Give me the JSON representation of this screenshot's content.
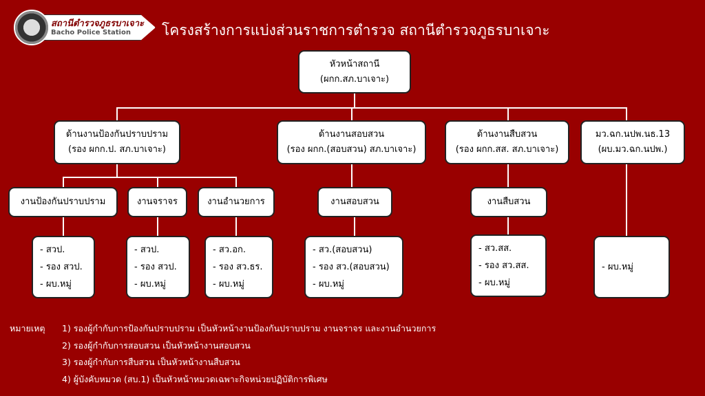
{
  "logo": {
    "thai": "สถานีตำรวจภูธรบาเจาะ",
    "english": "Bacho Police Station"
  },
  "title": "โครงสร้างการแบ่งส่วนราชการตำรวจ สถานีตำรวจภูธรบาเจาะ",
  "head": {
    "line1": "หัวหน้าสถานี",
    "line2": "(ผกก.สภ.บาเจาะ)"
  },
  "divisions": [
    {
      "line1": "ด้านงานป้องกันปราบปราม",
      "line2": "(รอง ผกก.ป. สภ.บาเจาะ)"
    },
    {
      "line1": "ด้านงานสอบสวน",
      "line2": "(รอง ผกก.(สอบสวน) สภ.บาเจาะ)"
    },
    {
      "line1": "ด้านงานสืบสวน",
      "line2": "(รอง ผกก.สส. สภ.บาเจาะ)"
    },
    {
      "line1": "มว.ฉก.นปพ.นธ.13",
      "line2": "(ผบ.มว.ฉก.นปพ.)"
    }
  ],
  "units": [
    "งานป้องกันปราบปราม",
    "งานจราจร",
    "งานอำนวยการ",
    "งานสอบสวน",
    "งานสืบสวน"
  ],
  "staff": [
    [
      "- สวป.",
      "- รอง สวป.",
      "- ผบ.หมู่"
    ],
    [
      "- สวป.",
      "- รอง สวป.",
      "- ผบ.หมู่"
    ],
    [
      "- สว.อก.",
      "- รอง สว.ธร.",
      "- ผบ.หมู่"
    ],
    [
      "- สว.(สอบสวน)",
      "- รอง สว.(สอบสวน)",
      "- ผบ.หมู่"
    ],
    [
      "- สว.สส.",
      "- รอง สว.สส.",
      "- ผบ.หมู่"
    ],
    [
      "- ผบ.หมู่"
    ]
  ],
  "notes": {
    "label": "หมายเหตุ",
    "items": [
      "1) รองผู้กำกับการป้องกันปราบปราม เป็นหัวหน้างานป้องกันปราบปราม งานจราจร และงานอำนวยการ",
      "2) รองผู้กำกับการสอบสวน เป็นหัวหน้างานสอบสวน",
      "3) รองผู้กำกับการสืบสวน เป็นหัวหน้างานสืบสวน",
      "4) ผู้บังคับหมวด (สบ.1) เป็นหัวหน้าหมวดเฉพาะกิจหน่วยปฏิบัติการพิเศษ"
    ]
  }
}
